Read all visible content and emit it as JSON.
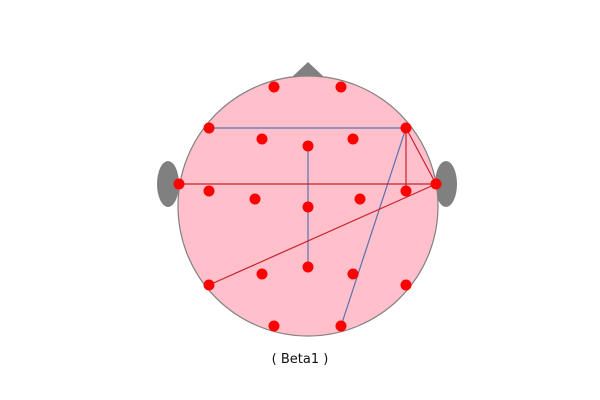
{
  "caption": "( Beta1 )",
  "colors": {
    "head_fill": "#ffc0cb",
    "head_stroke": "#808080",
    "nose_ears": "#808080",
    "electrode": "#ff0000",
    "link_blue": "#5a6fb0",
    "link_red": "#c8202c"
  },
  "electrodes": [
    {
      "id": "Fp1"
    },
    {
      "id": "Fp2"
    },
    {
      "id": "F7"
    },
    {
      "id": "F3"
    },
    {
      "id": "Fz"
    },
    {
      "id": "F4"
    },
    {
      "id": "F8"
    },
    {
      "id": "T3"
    },
    {
      "id": "C3"
    },
    {
      "id": "C3b"
    },
    {
      "id": "Cz"
    },
    {
      "id": "C4"
    },
    {
      "id": "C4b"
    },
    {
      "id": "T4"
    },
    {
      "id": "T5"
    },
    {
      "id": "P3"
    },
    {
      "id": "Pz"
    },
    {
      "id": "P4"
    },
    {
      "id": "T6"
    },
    {
      "id": "O1"
    },
    {
      "id": "O2"
    }
  ],
  "connections": [
    {
      "from": "F7",
      "to": "F8",
      "color": "blue"
    },
    {
      "from": "F8",
      "to": "O2",
      "color": "blue"
    },
    {
      "from": "Fz",
      "to": "Pz",
      "color": "blue"
    },
    {
      "from": "T3",
      "to": "T4",
      "color": "red"
    },
    {
      "from": "F8",
      "to": "T4",
      "color": "red"
    },
    {
      "from": "F8",
      "to": "C4b",
      "color": "red"
    },
    {
      "from": "T5",
      "to": "T4",
      "color": "red"
    }
  ]
}
